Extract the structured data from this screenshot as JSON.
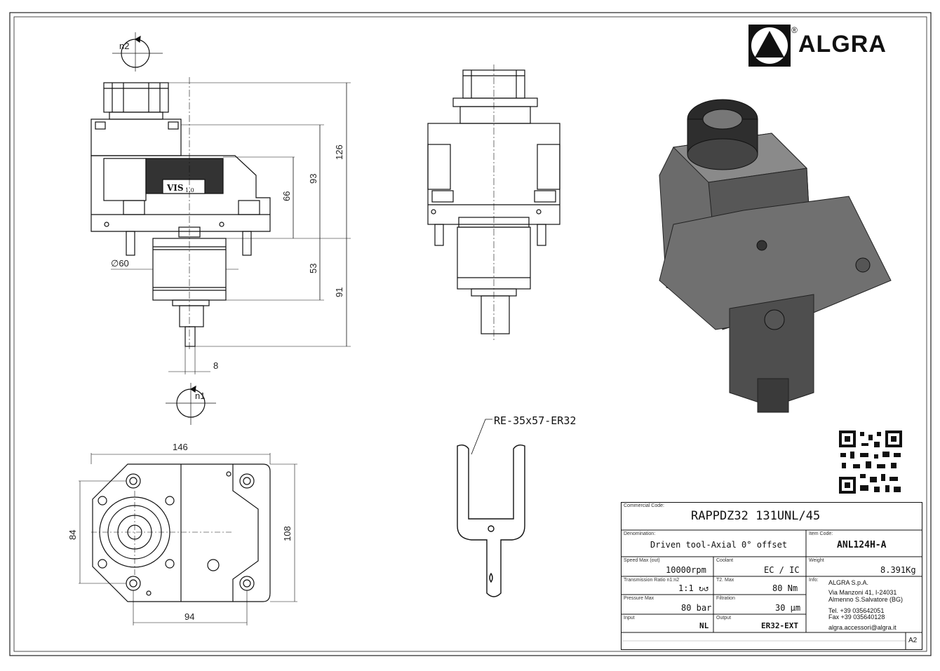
{
  "brand": {
    "name": "ALGRA",
    "registered": "®"
  },
  "dimensions": {
    "n2": "n2",
    "n1": "n1",
    "height_126": "126",
    "height_93": "93",
    "height_66": "66",
    "height_53": "53",
    "height_91": "91",
    "diameter_60": "∅60",
    "width_8": "8",
    "width_146": "146",
    "height_84": "84",
    "height_108": "108",
    "width_94": "94"
  },
  "wrench_label": "RE-35x57-ER32",
  "body_marking": "VIS",
  "body_marking_sub": "1.0",
  "title_block": {
    "commercial_code_label": "Commercial Code:",
    "commercial_code": "RAPPDZ32 131UNL/45",
    "denomination_label": "Denomination:",
    "denomination": "Driven tool-Axial 0° offset",
    "item_code_label": "Item Code:",
    "item_code": "ANL124H-A",
    "speed_label": "Speed Max (out)",
    "speed": "10000rpm",
    "coolant_label": "Coolant",
    "coolant": "EC / IC",
    "weight_label": "Weight",
    "weight": "8.391Kg",
    "ratio_label": "Transmission Ratio n1:n2",
    "ratio": "1:1 ↻↺",
    "torque_label": "T2. Max",
    "torque": "80 Nm",
    "info_label": "Info:",
    "info_company": "ALGRA S.p.A.",
    "info_address1": "Via Manzoni 41, I-24031",
    "info_address2": "Almenno S.Salvatore (BG)",
    "info_tel": "Tel. +39 035642051",
    "info_fax": "Fax +39 035640128",
    "info_email": "algra.accessori@algra.it",
    "pressure_label": "Pressure Max",
    "pressure": "80 bar",
    "filtration_label": "Filtration",
    "filtration": "30 µm",
    "input_label": "Input",
    "input": "NL",
    "output_label": "Output",
    "output": "ER32-EXT",
    "sheet_size": "A2"
  }
}
